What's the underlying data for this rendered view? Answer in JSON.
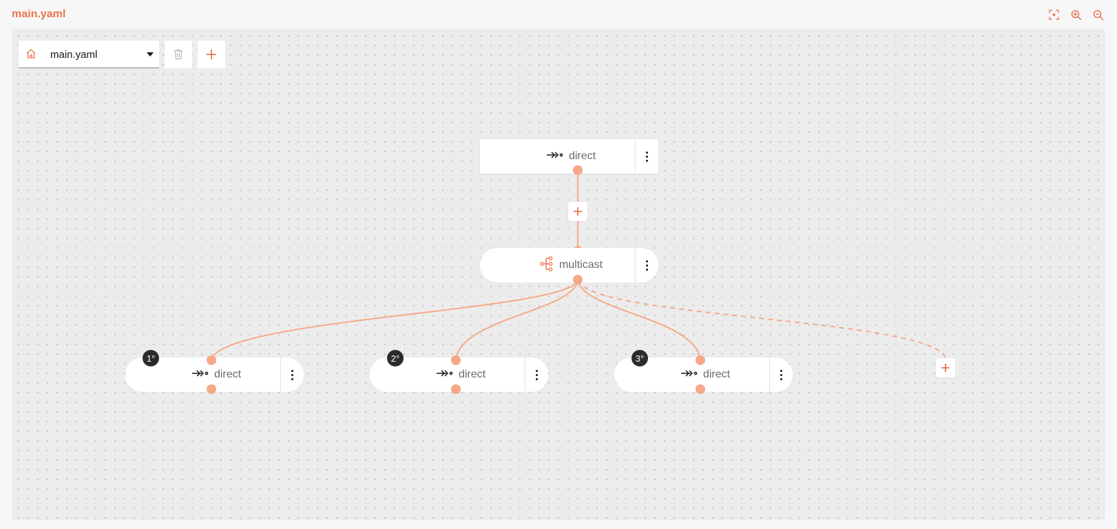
{
  "app": {
    "title": "main.yaml"
  },
  "top_icons": [
    "fit-to-view-icon",
    "zoom-in-icon",
    "zoom-out-icon"
  ],
  "toolbar": {
    "selected_route": "main.yaml",
    "home_icon": "home-icon",
    "delete_icon": "trash-icon",
    "add_icon": "plus-icon"
  },
  "nodes": {
    "root": {
      "label": "direct",
      "icon": "direct-arrow-icon"
    },
    "multicast": {
      "label": "multicast",
      "icon": "multicast-tree-icon"
    },
    "branches": [
      {
        "order": "1°",
        "label": "direct",
        "icon": "direct-arrow-icon"
      },
      {
        "order": "2°",
        "label": "direct",
        "icon": "direct-arrow-icon"
      },
      {
        "order": "3°",
        "label": "direct",
        "icon": "direct-arrow-icon"
      }
    ]
  },
  "colors": {
    "accent": "#e8754f",
    "edge": "#f6a888",
    "canvas": "#ececec",
    "badge": "#2b2b2b"
  }
}
